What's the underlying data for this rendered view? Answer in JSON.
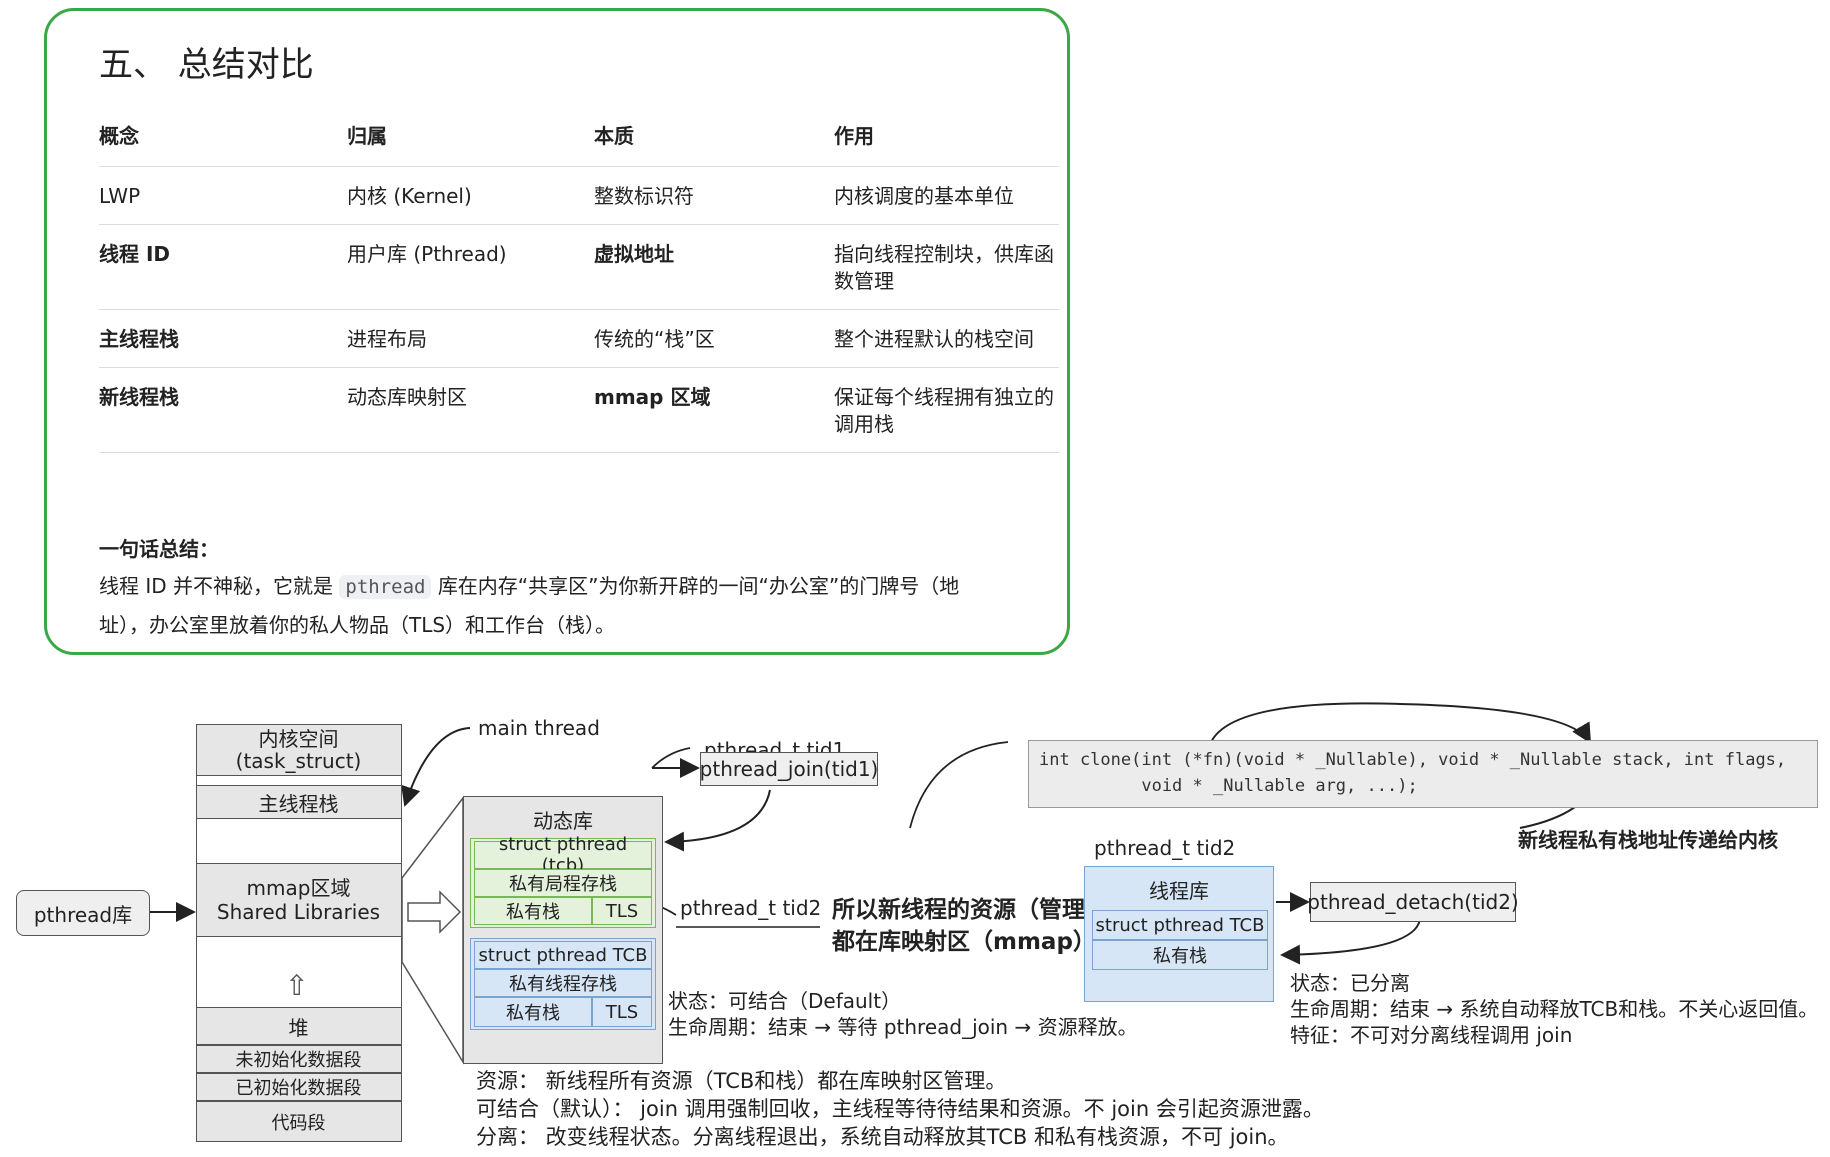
{
  "summary": {
    "title": "五、 总结对比",
    "headers": [
      "概念",
      "归属",
      "本质",
      "作用"
    ],
    "rows": [
      [
        "LWP",
        "内核 (Kernel)",
        "整数标识符",
        "内核调度的基本单位"
      ],
      [
        "线程 ID",
        "用户库 (Pthread)",
        "虚拟地址",
        "指向线程控制块，供库函数管理"
      ],
      [
        "主线程栈",
        "进程布局",
        "传统的“栈”区",
        "整个进程默认的栈空间"
      ],
      [
        "新线程栈",
        "动态库映射区",
        "mmap 区域",
        "保证每个线程拥有独立的调用栈"
      ]
    ],
    "one_line_title": "一句话总结：",
    "one_line_prefix": "线程 ID 并不神秘，它就是",
    "one_line_code": "pthread",
    "one_line_suffix": "库在内存“共享区”为你新开辟的一间“办公室”的门牌号（地址），办公室里放着你的私人物品（TLS）和工作台（栈）。",
    "accent_color": "#3aa845"
  },
  "diagram": {
    "pthread_lib": "pthread库",
    "memory": {
      "kernel_l1": "内核空间",
      "kernel_l2": "(task_struct)",
      "main_stack": "主线程栈",
      "mmap_l1": "mmap区域",
      "mmap_l2": "Shared Libraries",
      "up_arrow": "⇧",
      "heap": "堆",
      "bss": "未初始化数据段",
      "data": "已初始化数据段",
      "text": "代码段"
    },
    "main_thread_label": "main thread",
    "dynlib": {
      "title": "动态库",
      "tcb1": "struct pthread (tcb)",
      "local1": "私有局程存栈",
      "stack1": "私有栈",
      "tls1": "TLS",
      "tcb2": "struct pthread TCB",
      "local2": "私有线程存栈",
      "stack2": "私有栈",
      "tls2": "TLS"
    },
    "tid1": "pthread_t tid1",
    "join": "pthread_join(tid1)",
    "tid2a": "pthread_t tid2",
    "joinable_state": "状态：可结合（Default）",
    "joinable_life": "生命周期：结束 → 等待 pthread_join → 资源释放。",
    "center_line1": "所以新线程的资源（管理块和栈）",
    "center_line2": "都在库映射区（mmap）",
    "code_line1": "int clone(int (*fn)(void * _Nullable), void * _Nullable stack, int flags,",
    "code_line2": "          void * _Nullable arg, ...);",
    "pass_stack": "新线程私有栈地址传递给内核",
    "tid2b": "pthread_t tid2",
    "threadlib": {
      "title": "线程库",
      "tcb": "struct pthread TCB",
      "stack": "私有栈"
    },
    "detach": "pthread_detach(tid2)",
    "detach_state": "状态：已分离",
    "detach_life": "生命周期：结束 → 系统自动释放TCB和栈。不关心返回值。",
    "detach_feature": "特征：不可对分离线程调用 join",
    "bottom1": "资源：  新线程所有资源（TCB和栈）都在库映射区管理。",
    "bottom2": "可结合（默认）：  join 调用强制回收，主线程等待待结果和资源。不 join 会引起资源泄露。",
    "bottom3": "分离：  改变线程状态。分离线程退出，系统自动释放其TCB 和私有栈资源，不可 join。"
  }
}
